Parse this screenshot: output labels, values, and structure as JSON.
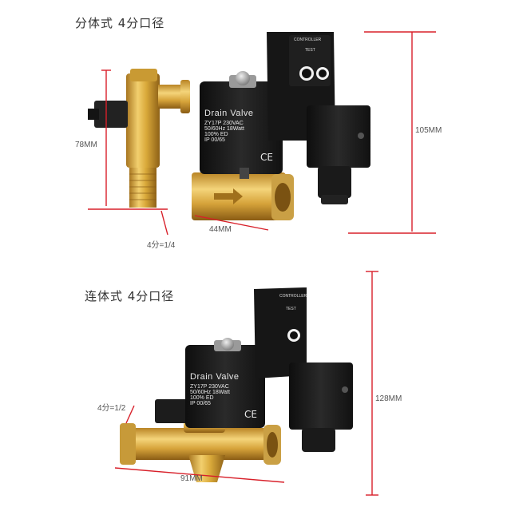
{
  "top": {
    "heading": "分体式  4分口径",
    "dims": {
      "height_small": "78MM",
      "width": "44MM",
      "height_total": "105MM",
      "port": "4分=1/4"
    },
    "label": {
      "title": "Drain Valve",
      "line1": "ZY17P   230VAC",
      "line2": "50/60Hz  18Watt",
      "line3": "100%  ED",
      "line4": "IP  00/65",
      "mark": "CE",
      "controller": "CONTROLLER",
      "test": "TEST"
    }
  },
  "bottom": {
    "heading": "连体式  4分口径",
    "dims": {
      "port": "4分=1/2",
      "width": "91MM",
      "height_total": "128MM"
    },
    "label": {
      "title": "Drain Valve",
      "line1": "ZY17P   230VAC",
      "line2": "50/60Hz  18Watt",
      "line3": "100%  ED",
      "line4": "IP  00/65",
      "mark": "CE",
      "controller": "CONTROLLER",
      "test": "TEST"
    }
  },
  "colors": {
    "dimension_line": "#d8202a",
    "brass": "#d9a93a",
    "body": "#1b1b1b"
  }
}
